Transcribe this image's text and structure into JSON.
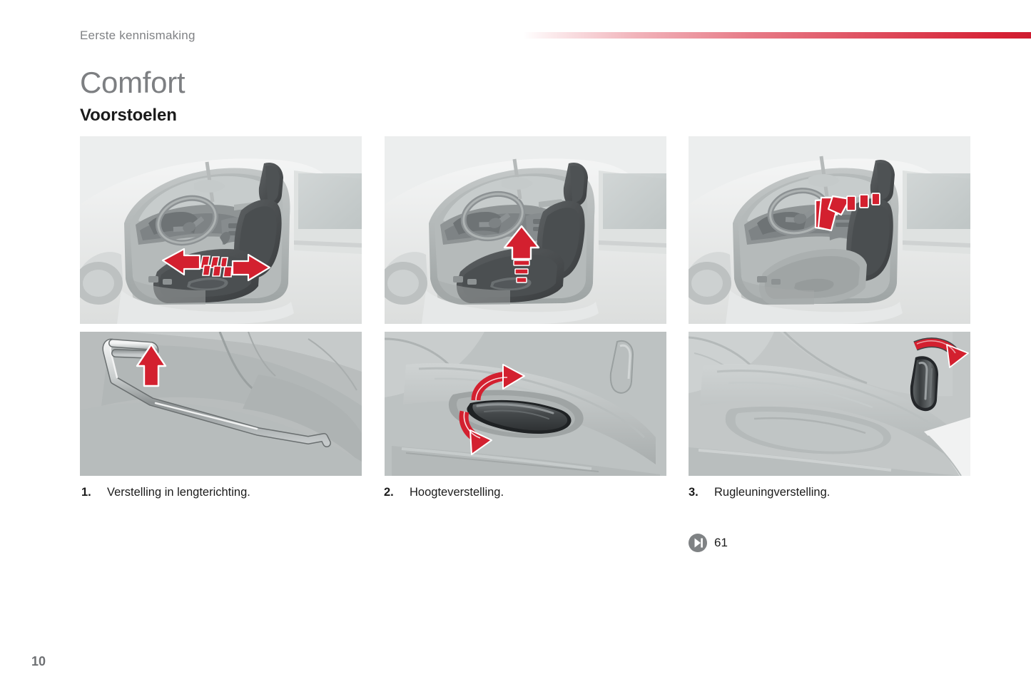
{
  "header": {
    "running_head": "Eerste kennismaking",
    "rule_color": "#d62134"
  },
  "titles": {
    "chapter": "Comfort",
    "section": "Voorstoelen"
  },
  "figures": [
    {
      "id": "fig-1-top",
      "position": "row1-col1",
      "subject": "car-interior-seat-fore-aft-adjustment",
      "annotation": "double-headed red arrow pointing fore and aft along the seat rail"
    },
    {
      "id": "fig-1-bottom",
      "position": "row2-col1",
      "subject": "seat-rail-release-bar",
      "annotation": "red arrow pointing up, lift the bar under the seat cushion"
    },
    {
      "id": "fig-2-top",
      "position": "row1-col2",
      "subject": "car-interior-seat-height-adjustment",
      "annotation": "red arrow pointing up from the seat cushion"
    },
    {
      "id": "fig-2-bottom",
      "position": "row2-col2",
      "subject": "seat-side-height-lever",
      "annotation": "two red curved arrows, lever pumped up and down"
    },
    {
      "id": "fig-3-top",
      "position": "row1-col3",
      "subject": "car-interior-backrest-recline-adjustment",
      "annotation": "red arrow pointing down and forward from the backrest"
    },
    {
      "id": "fig-3-bottom",
      "position": "row2-col3",
      "subject": "seat-side-recline-knob",
      "annotation": "red curved arrow around the recline knob"
    }
  ],
  "captions": [
    {
      "number": "1.",
      "text": "Verstelling in lengterichting."
    },
    {
      "number": "2.",
      "text": "Hoogteverstelling."
    },
    {
      "number": "3.",
      "text": "Rugleuningverstelling."
    }
  ],
  "page_reference": {
    "icon": "skip-forward-icon",
    "page": "61"
  },
  "folio": {
    "page_number": "10"
  },
  "colors": {
    "accent_red": "#d62134",
    "arrow_red": "#d3202f",
    "heading_gray": "#7d7f82",
    "text_dark": "#1b1b1b",
    "panel_bg": "#e8eaea"
  }
}
